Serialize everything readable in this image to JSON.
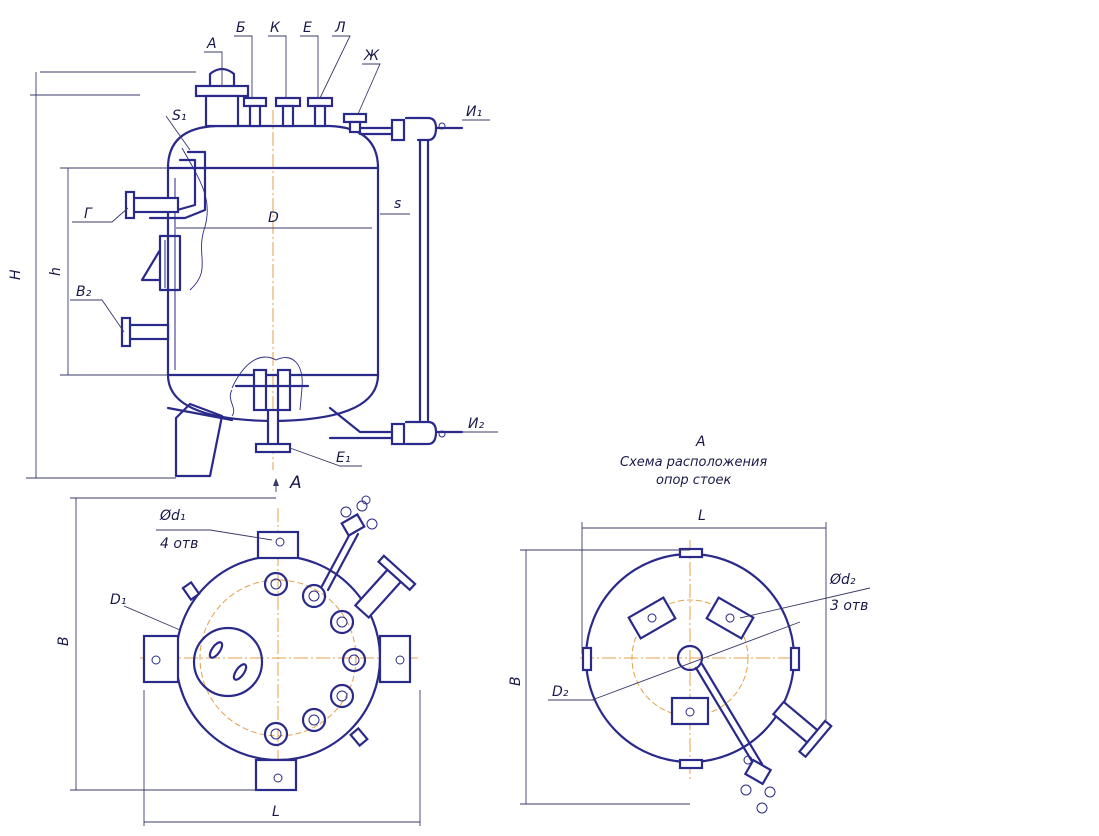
{
  "colors": {
    "line": "#2a2a8a",
    "centerline": "#e3a24a",
    "dimension": "#3a3a6a",
    "text": "#1a1a4a"
  },
  "labels": {
    "front": {
      "nozzle_a": "А",
      "nozzle_b": "Б",
      "nozzle_k": "К",
      "nozzle_e": "Е",
      "nozzle_l": "Л",
      "nozzle_zh": "Ж",
      "nozzle_i1": "И₁",
      "nozzle_i2": "И₂",
      "nozzle_g": "Г",
      "nozzle_v2": "В₂",
      "nozzle_e1": "Е₁",
      "wall_s1": "S₁",
      "wall_s": "s",
      "diameter": "D",
      "height_total": "H",
      "height_shell": "h",
      "view_arrow": "А"
    },
    "top": {
      "hole_diameter": "Ød₁",
      "hole_count": "4 отв",
      "inner_diameter": "D₁",
      "width": "B",
      "length": "L"
    },
    "scheme": {
      "view": "А",
      "title_line1": "Схема расположения",
      "title_line2": "опор стоек",
      "length": "L",
      "width": "B",
      "hole_diameter": "Ød₂",
      "hole_count": "3 отв",
      "inner_diameter": "D₂"
    }
  }
}
